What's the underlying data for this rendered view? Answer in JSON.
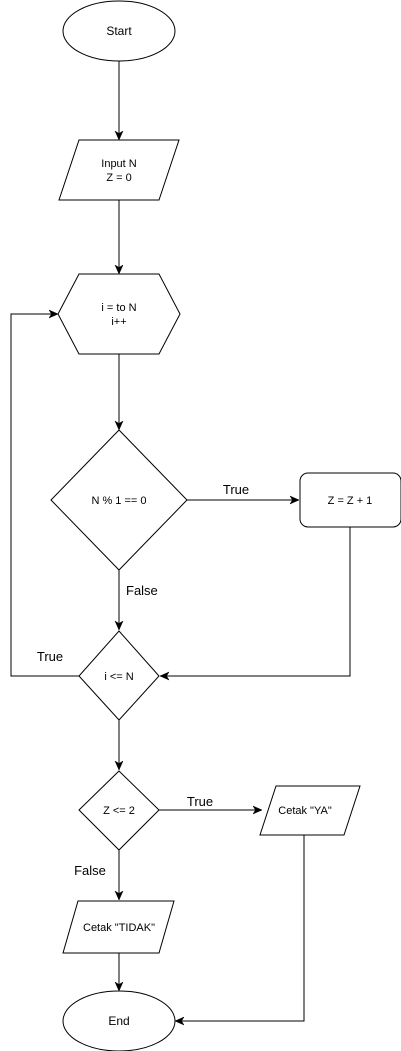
{
  "nodes": {
    "start": {
      "label": "Start"
    },
    "input": {
      "lines": [
        "Input N",
        "Z = 0"
      ]
    },
    "loop": {
      "lines": [
        "i = to N",
        "i++"
      ]
    },
    "check_mod": {
      "label": "N % 1 == 0"
    },
    "increment": {
      "label": "Z = Z + 1"
    },
    "check_i": {
      "label": "i <= N"
    },
    "check_z": {
      "label": "Z <= 2"
    },
    "print_ya": {
      "label": "Cetak \"YA\""
    },
    "print_tidak": {
      "label": "Cetak \"TIDAK\""
    },
    "end": {
      "label": "End"
    }
  },
  "edge_labels": {
    "mod_true": "True",
    "mod_false": "False",
    "i_true": "True",
    "z_true": "True",
    "z_false": "False"
  }
}
